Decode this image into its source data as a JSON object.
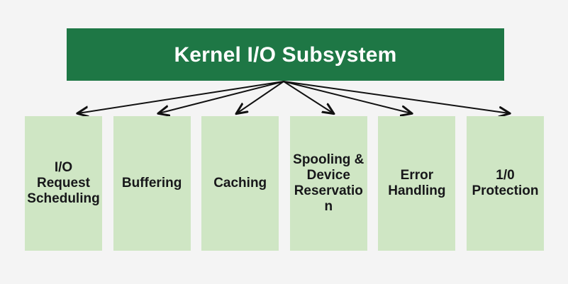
{
  "diagram": {
    "title": "Kernel I/O Subsystem",
    "type": "hierarchy-fan-out",
    "background_color": "#f4f4f4",
    "header": {
      "label": "Kernel I/O Subsystem",
      "fill_color": "#1e7745",
      "text_color": "#ffffff"
    },
    "arrows": {
      "count": 6,
      "color": "#111111",
      "style": "single-headed straight",
      "origin_label": "Kernel I/O Subsystem"
    },
    "components": [
      {
        "label": "I/O Request Scheduling",
        "fill_color": "#cfe6c4",
        "text_color": "#17171a"
      },
      {
        "label": "Buffering",
        "fill_color": "#cfe6c4",
        "text_color": "#17171a"
      },
      {
        "label": "Caching",
        "fill_color": "#cfe6c4",
        "text_color": "#17171a"
      },
      {
        "label": "Spooling & Device Reservation",
        "fill_color": "#cfe6c4",
        "text_color": "#17171a"
      },
      {
        "label": "Error Handling",
        "fill_color": "#cfe6c4",
        "text_color": "#17171a"
      },
      {
        "label": "1/0 Protection",
        "fill_color": "#cfe6c4",
        "text_color": "#17171a"
      }
    ]
  }
}
